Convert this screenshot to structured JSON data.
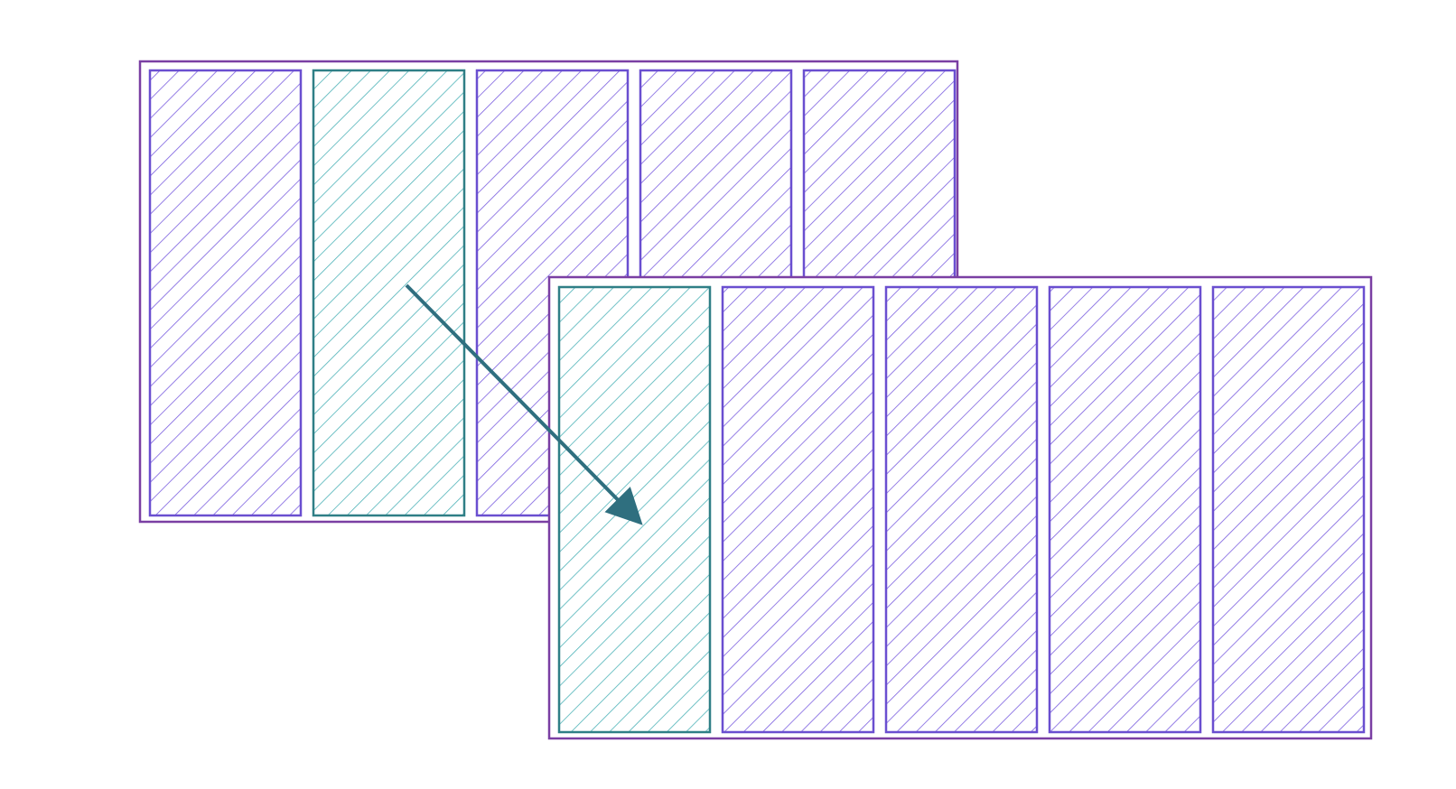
{
  "diagram": {
    "description_free": true,
    "colors": {
      "background": "#ffffff",
      "container_border": "#7a3fa3",
      "column_border": "#6a4fd0",
      "column_hatch": "#7b5fe0",
      "highlight_border": "#2f7f86",
      "highlight_hatch": "#4fb3b8",
      "arrow": "#2f6f7f"
    },
    "panels": [
      {
        "name": "source-panel",
        "columns": [
          {
            "name": "source-column-1",
            "highlighted": false
          },
          {
            "name": "source-column-2",
            "highlighted": true
          },
          {
            "name": "source-column-3",
            "highlighted": false
          },
          {
            "name": "source-column-4",
            "highlighted": false
          },
          {
            "name": "source-column-5",
            "highlighted": false
          }
        ]
      },
      {
        "name": "target-panel",
        "columns": [
          {
            "name": "target-column-1",
            "highlighted": true
          },
          {
            "name": "target-column-2",
            "highlighted": false
          },
          {
            "name": "target-column-3",
            "highlighted": false
          },
          {
            "name": "target-column-4",
            "highlighted": false
          },
          {
            "name": "target-column-5",
            "highlighted": false
          }
        ]
      }
    ],
    "arrow": {
      "from": "source-column-2",
      "to": "target-column-1",
      "icon": "arrow-icon"
    }
  }
}
